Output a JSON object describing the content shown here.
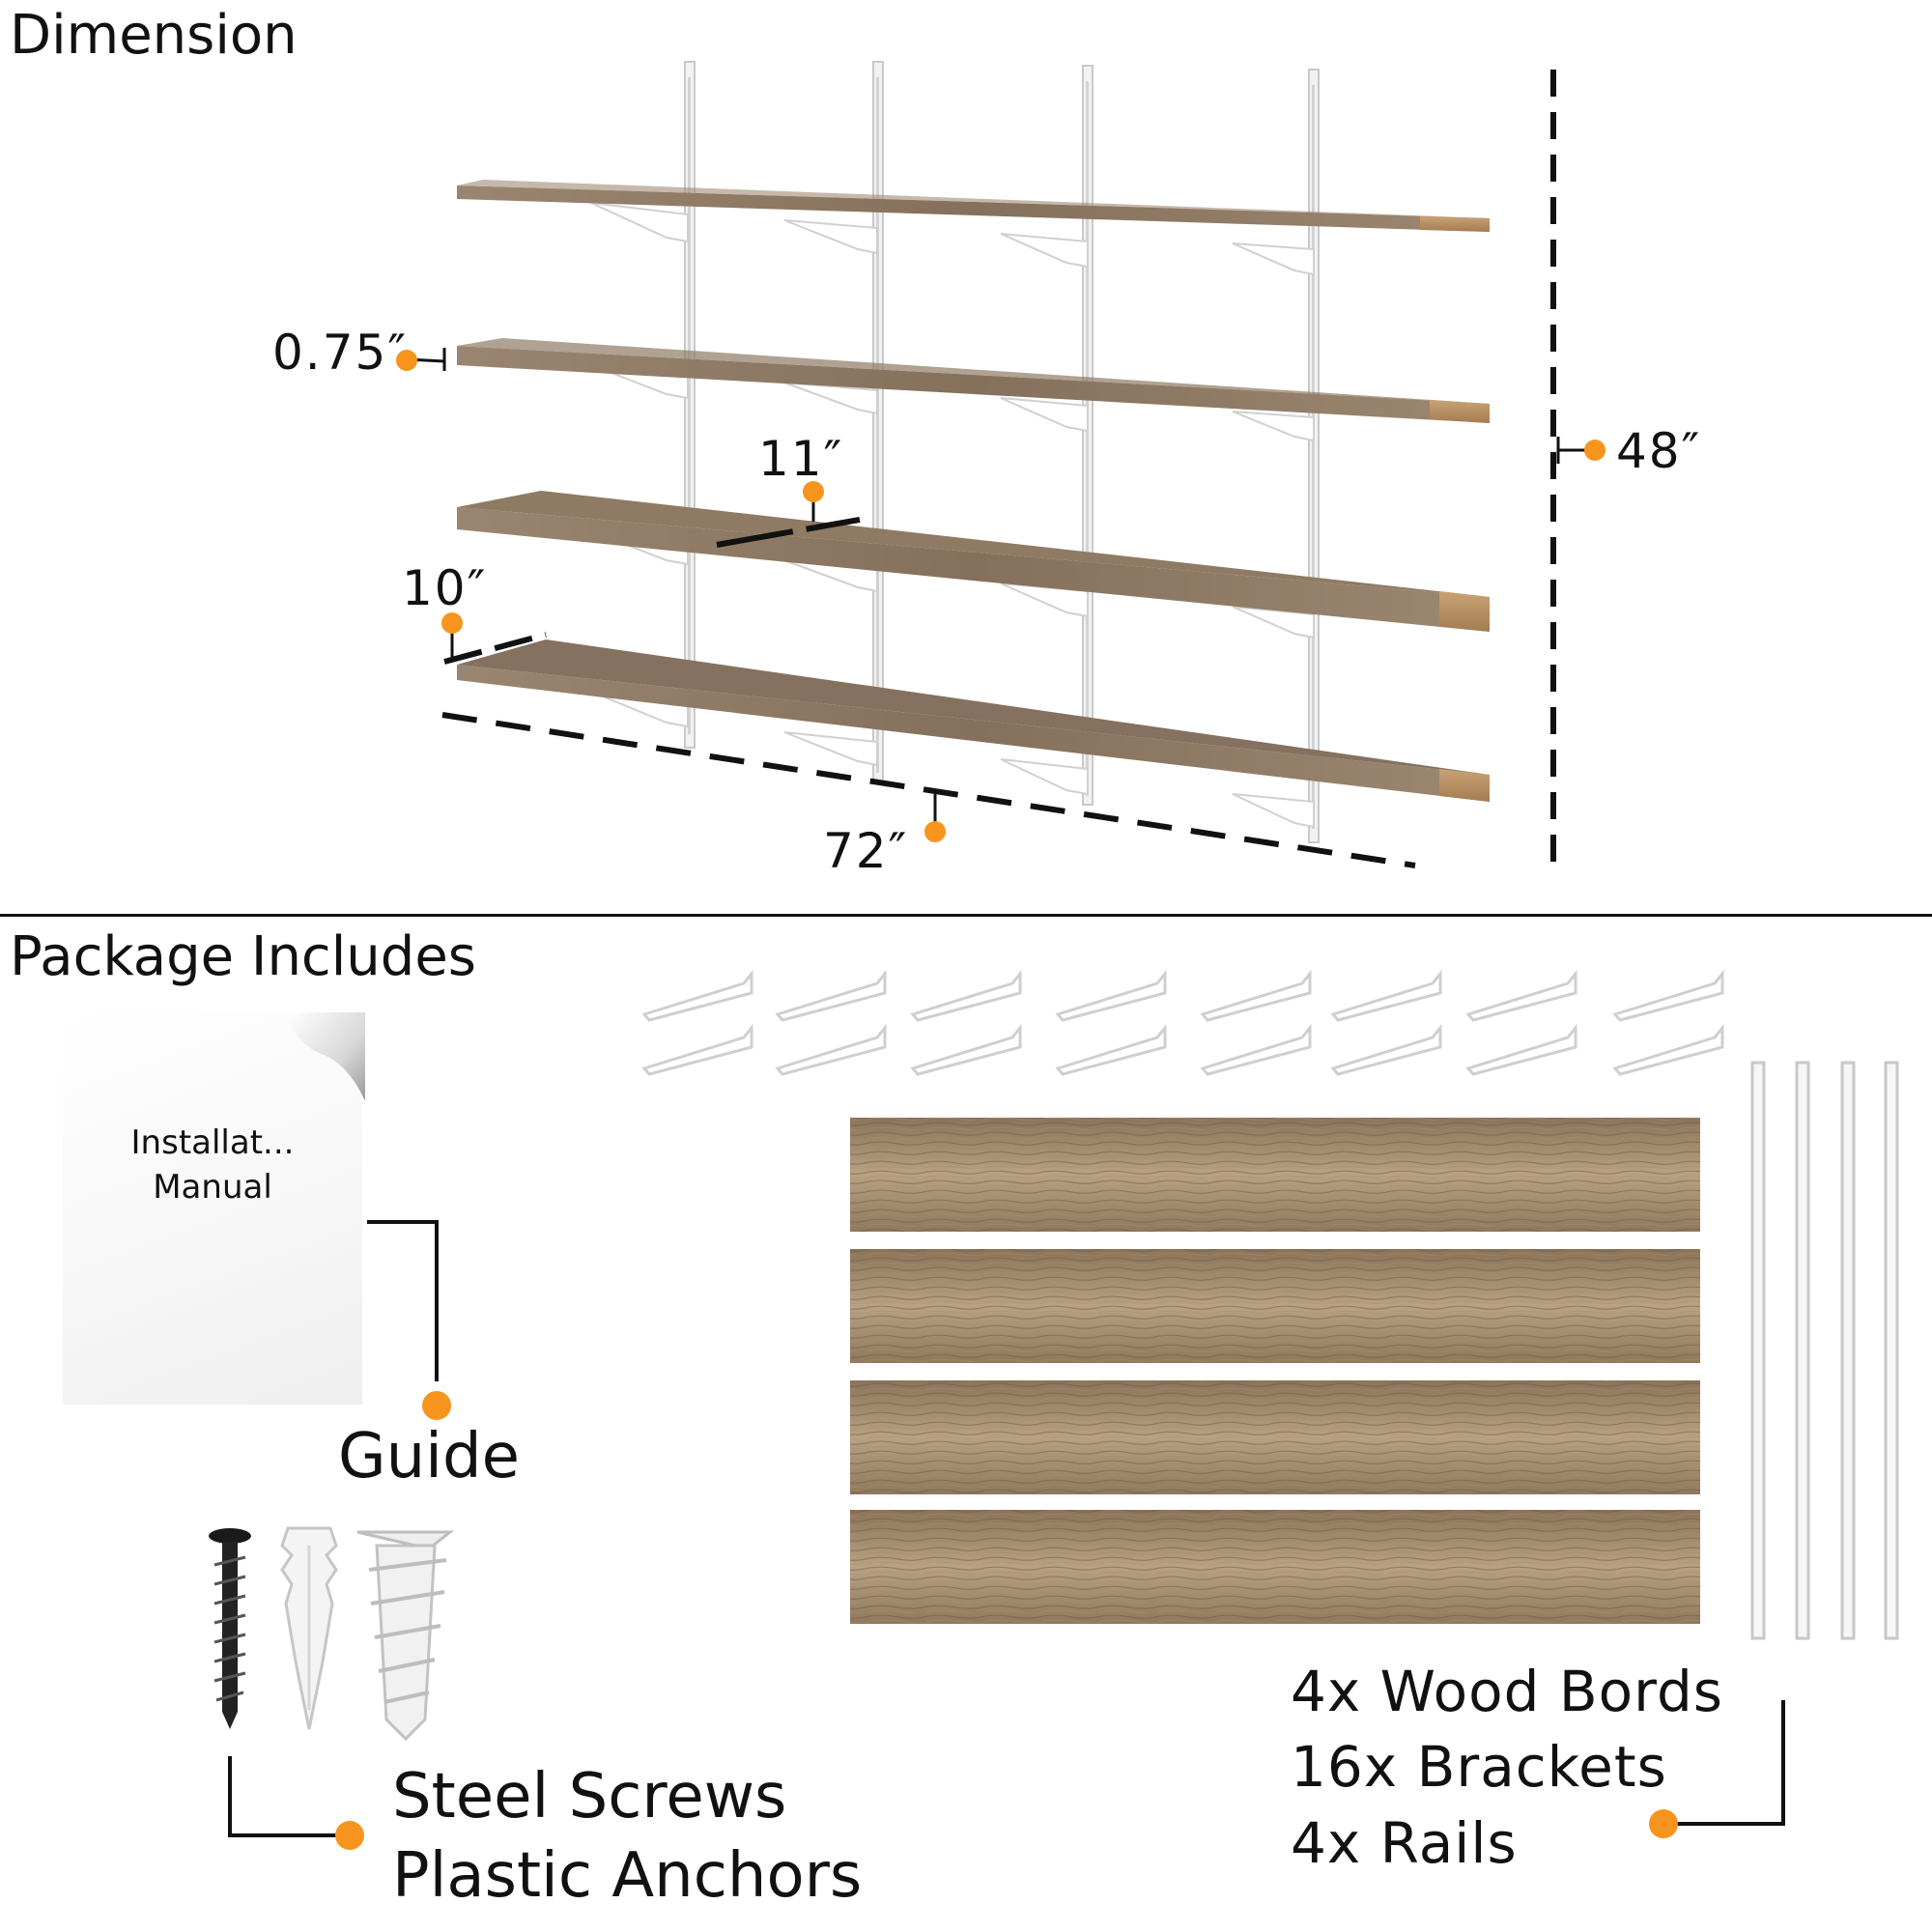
{
  "sections": {
    "dimension_title": "Dimension",
    "package_title": "Package Includes"
  },
  "dimensions": {
    "thickness": "0.75″",
    "depth_top": "11″",
    "depth_bottom": "10″",
    "width": "72″",
    "height": "48″"
  },
  "package": {
    "manual_text_line1": "Installat...",
    "manual_text_line2": "Manual",
    "guide_label": "Guide",
    "hardware_line1": "Steel Screws",
    "hardware_line2": "Plastic Anchors",
    "contents": [
      "4x Wood Bords",
      "16x Brackets",
      "4x Rails"
    ]
  },
  "colors": {
    "accent": "#F7941D",
    "wood": "#8B7762",
    "ink": "#111111"
  }
}
